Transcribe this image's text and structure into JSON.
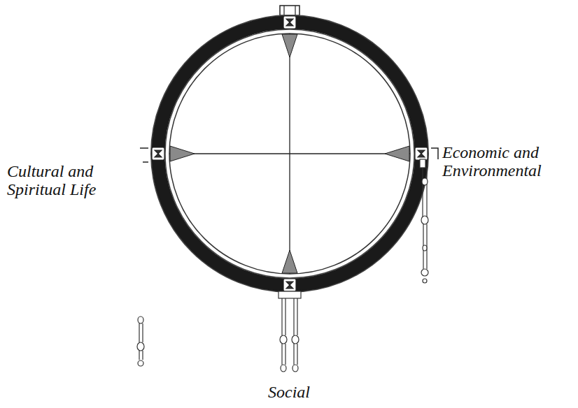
{
  "diagram": {
    "labels": [
      "Cultural and Spiritual Life",
      "Economic and Environmental",
      "Social"
    ]
  }
}
